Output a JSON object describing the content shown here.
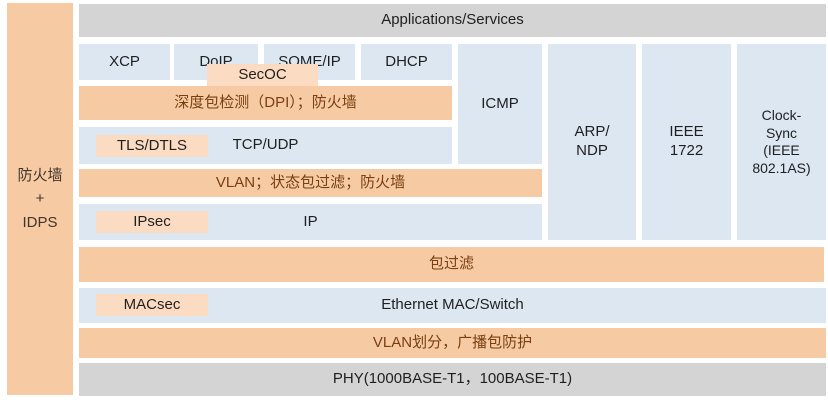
{
  "colors": {
    "orange_row": "#F6CBA4",
    "peach_inner_box": "#FBDCC2",
    "blue_box": "#DCE7F2",
    "gray_bar": "#D4D4D4",
    "dark_text": "#1F1F1F",
    "brown_text": "#7A3E10"
  },
  "sidebar": {
    "label": "防火墙\n+\nIDPS"
  },
  "stack": {
    "applications": "Applications/Services",
    "row2": [
      {
        "label": "XCP"
      },
      {
        "label": "DoIP"
      },
      {
        "label": "SOME/IP"
      },
      {
        "label": "DHCP"
      }
    ],
    "secoc": "SecOC",
    "dpi_row": "深度包检测（DPI）；防火墙",
    "tls_dtls": "TLS/DTLS",
    "tcp_udp": "TCP/UDP",
    "icmp": "ICMP",
    "vlan_row": "VLAN；状态包过滤；防火墙",
    "ipsec": "IPsec",
    "ip": "IP",
    "arp_ndp": "ARP/\nNDP",
    "ieee1722": "IEEE\n1722",
    "clock_sync": "Clock-\nSync\n(IEEE\n802.1AS)",
    "packet_filter_row": "包过滤",
    "macsec": "MACsec",
    "ethernet": "Ethernet MAC/Switch",
    "vlan_partition_row": "VLAN划分，广播包防护",
    "phy": "PHY(1000BASE-T1，100BASE-T1)"
  }
}
